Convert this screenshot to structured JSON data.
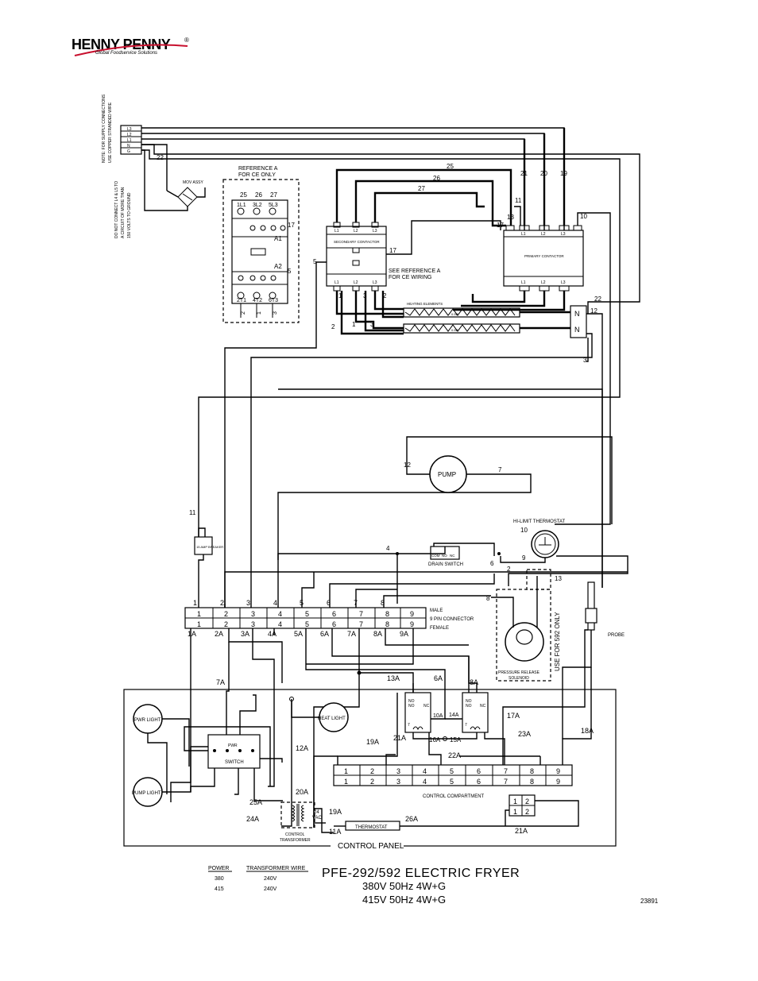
{
  "header": {
    "brand": "HENNY PENNY",
    "registered": "®",
    "tagline": "Global Foodservice Solutions"
  },
  "supply_note": [
    "NOTE: FOR SUPPLY CONNECTIONS",
    "USE COPPER STRANDED WIRE"
  ],
  "ground_note": [
    "DO NOT CONNECT L4 & L5 TO",
    "A CIRCUIT OF MORE THAN",
    "150 VOLTS TO GROUND"
  ],
  "terminal_block": [
    "L3",
    "L2",
    "L1",
    "N",
    "G"
  ],
  "mov_label": "MOV ASSY",
  "reference_a": {
    "title_1": "REFERENCE A",
    "title_2": "FOR CE ONLY",
    "top_numbers": [
      "25",
      "26",
      "27"
    ],
    "top_terms": [
      "1L1",
      "3L2",
      "5L3"
    ],
    "bottom_terms": [
      "2T1",
      "4T2",
      "6T3"
    ],
    "bottom_numbers": [
      "2",
      "1",
      "3"
    ],
    "a1": "A1",
    "a2": "A2",
    "wire_17": "17",
    "wire_5": "5"
  },
  "secondary_contactor": {
    "label": "SECONDARY CONTACTOR",
    "line_terms": [
      "L1",
      "L2",
      "L3"
    ],
    "load_terms": [
      "L1",
      "L2",
      "L3"
    ]
  },
  "primary_contactor": {
    "label": "PRIMARY CONTACTOR",
    "line_terms": [
      "L1",
      "L2",
      "L3"
    ],
    "load_terms": [
      "L1",
      "L2",
      "L3"
    ]
  },
  "see_reference": [
    "SEE REFERENCE A",
    "FOR CE WIRING"
  ],
  "heating_elements": "HEATING ELEMENTS",
  "element_marks": [
    "0.5W",
    "0.5W"
  ],
  "terminal_n": [
    "N",
    "N"
  ],
  "pump_label": "PUMP",
  "hilimit_label": "HI-LIMIT THERMOSTAT",
  "breaker_label": "15 AMP BREAKER",
  "drain_switch": {
    "label": "DRAIN SWITCH",
    "terms": [
      "COM",
      "NO",
      "NC"
    ]
  },
  "probe_label": "PROBE",
  "pressure_release": [
    "PRESSURE RELEASE",
    "SOLENOID"
  ],
  "use_for_592": "USE FOR 592 ONLY",
  "connector": {
    "top_numbers": [
      "1",
      "2",
      "3",
      "4",
      "5",
      "6",
      "7",
      "8",
      "9"
    ],
    "bottom_numbers": [
      "1",
      "2",
      "3",
      "4",
      "5",
      "6",
      "7",
      "8",
      "9"
    ],
    "wire_labels_top": [
      "1",
      "2",
      "3",
      "4",
      "5",
      "6",
      "7",
      "8"
    ],
    "wire_labels_bottom": [
      "1A",
      "2A",
      "3A",
      "4A",
      "5A",
      "6A",
      "7A",
      "8A",
      "9A"
    ],
    "male": "MALE",
    "pin": "9 PIN CONNECTOR",
    "female": "FEMALE"
  },
  "control_compartment": {
    "label": "CONTROL COMPARTMENT",
    "top_numbers": [
      "1",
      "2",
      "3",
      "4",
      "5",
      "6",
      "7",
      "8",
      "9"
    ],
    "bottom_numbers": [
      "1",
      "2",
      "3",
      "4",
      "5",
      "6",
      "7",
      "8",
      "9"
    ],
    "small_top": [
      "1",
      "2"
    ],
    "small_bottom": [
      "1",
      "2"
    ]
  },
  "relay": {
    "no": "NO",
    "nc": "NC",
    "coil": "7"
  },
  "panel_components": {
    "pwr_light": "PWR LIGHT",
    "heat_light": "HEAT LIGHT",
    "pump_light": "PUMP LIGHT",
    "pwr": "PWR",
    "switch": "SWITCH",
    "thermostat": "THERMOSTAT",
    "transformer_1": "CONTROL",
    "transformer_2": "TRANSFORMER",
    "vac_1": "24",
    "vac_2": "VAC",
    "control_panel": "CONTROL PANEL"
  },
  "wire_numbers": {
    "w25": "25",
    "w26": "26",
    "w27": "27",
    "w21": "21",
    "w20": "20",
    "w19": "19",
    "w22a": "22",
    "w22b": "22",
    "w13a": "13",
    "w13b": "13",
    "w11a": "11",
    "w11b": "11",
    "w17a": "17",
    "w17b": "17",
    "w10a": "10",
    "w10b": "10",
    "w12a": "12",
    "w12b": "12",
    "w5": "5",
    "w3a": "3",
    "w3b": "3",
    "w2a": "2",
    "w2b": "2",
    "w2c": "2",
    "w1a": "1",
    "w1b": "1",
    "w7": "7",
    "w4": "4",
    "w6": "6",
    "w9": "9",
    "w8": "8",
    "w13c": "13",
    "w7A": "7A",
    "w13A": "13A",
    "w6A": "6A",
    "w8A": "8A",
    "w10A": "10A",
    "w14A": "14A",
    "w16A": "16A",
    "w15A": "15A",
    "w21A": "21A",
    "w19A": "19A",
    "w22A": "22A",
    "w17A": "17A",
    "w23A": "23A",
    "w18A": "18A",
    "w12A": "12A",
    "w20A": "20A",
    "w25A": "25A",
    "w24A": "24A",
    "w19Ab": "19A",
    "w11A": "11A",
    "w26A": "26A",
    "w21Ab": "21A"
  },
  "power_table": {
    "headers": [
      "POWER",
      "TRANSFORMER WIRE"
    ],
    "rows": [
      [
        "380",
        "240V"
      ],
      [
        "415",
        "240V"
      ]
    ]
  },
  "title": {
    "line1": "PFE-292/592 ELECTRIC FRYER",
    "line2": "380V 50Hz 4W+G",
    "line3": "415V 50Hz 4W+G"
  },
  "drawing_number": "23891"
}
